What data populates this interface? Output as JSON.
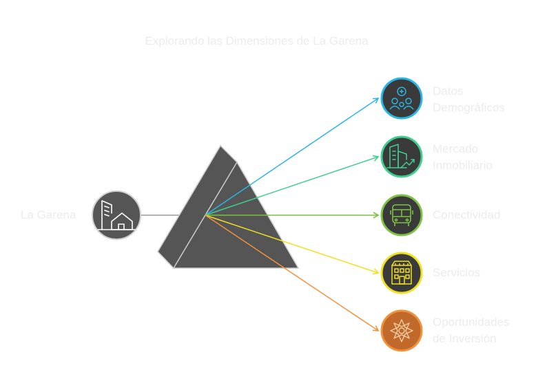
{
  "title": "Explorando las Dimensiones de La Garena",
  "source": {
    "label": "La Garena",
    "icon": "buildings-house-icon",
    "color": "#555555"
  },
  "prism_color": "#555555",
  "outputs": [
    {
      "label_line1": "Datos",
      "label_line2": "Demográficos",
      "icon": "people-group-icon",
      "color": "#29b6e6"
    },
    {
      "label_line1": "Mercado",
      "label_line2": "Inmobiliario",
      "icon": "buildings-growth-icon",
      "color": "#3ecf8e"
    },
    {
      "label_line1": "Conectividad",
      "label_line2": "",
      "icon": "bus-icon",
      "color": "#7cc242"
    },
    {
      "label_line1": "Servicios",
      "label_line2": "",
      "icon": "store-building-icon",
      "color": "#f2e01e"
    },
    {
      "label_line1": "Oportunidades",
      "label_line2": "de Inversión",
      "icon": "investment-star-icon",
      "color": "#f0913c"
    }
  ]
}
